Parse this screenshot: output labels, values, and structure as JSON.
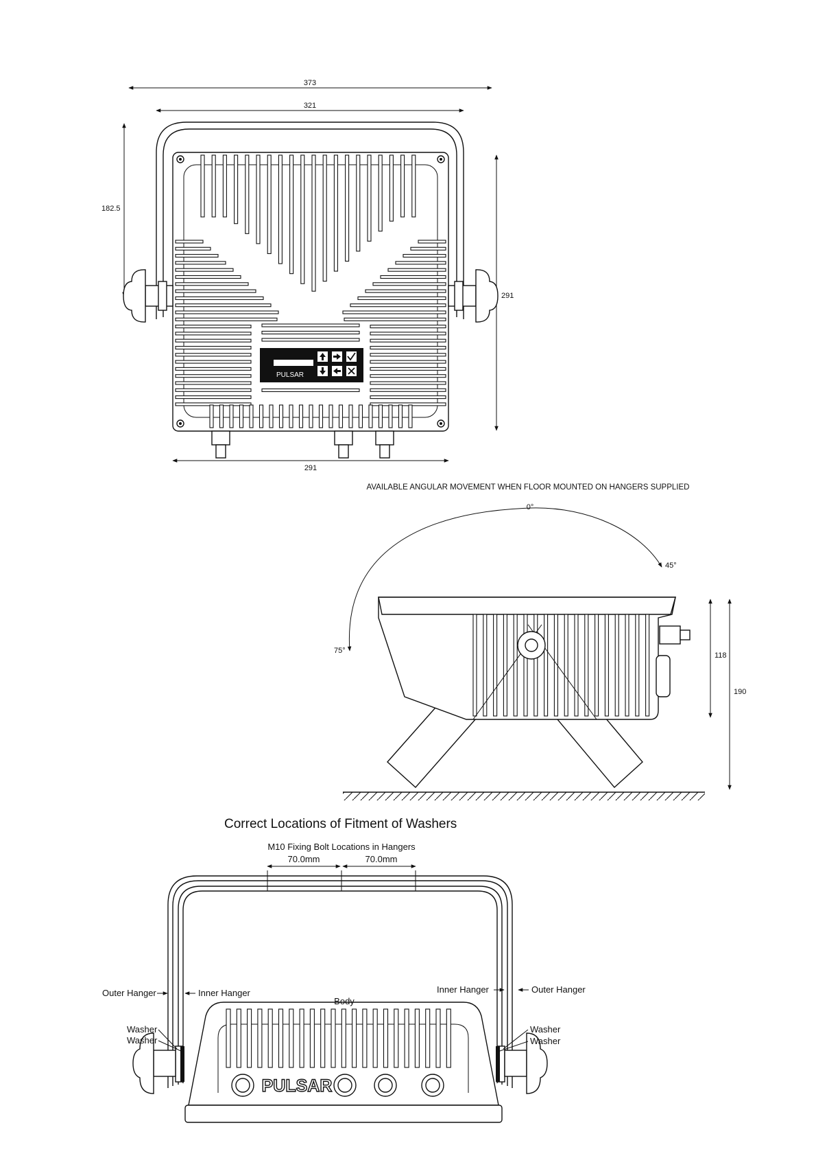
{
  "front_view": {
    "dim_overall_width": "373",
    "dim_hanger_width": "321",
    "dim_pivot_height": "182.5",
    "dim_body_height": "291",
    "dim_body_width": "291",
    "panel_brand": "PULSAR"
  },
  "side_view": {
    "caption": "AVAILABLE ANGULAR MOVEMENT WHEN FLOOR MOUNTED ON HANGERS SUPPLIED",
    "angle_0": "0°",
    "angle_45": "45°",
    "angle_75": "75°",
    "dim_body_depth": "118",
    "dim_total_height": "190"
  },
  "washer_view": {
    "title": "Correct Locations of Fitment of Washers",
    "bolt_caption": "M10 Fixing Bolt Locations in Hangers",
    "bolt_spacing_left": "70.0mm",
    "bolt_spacing_right": "70.0mm",
    "label_outer_hanger_left": "Outer Hanger",
    "label_inner_hanger_left": "Inner Hanger",
    "label_inner_hanger_right": "Inner Hanger",
    "label_outer_hanger_right": "Outer Hanger",
    "label_body": "Body",
    "label_washer_left_1": "Washer",
    "label_washer_left_2": "Washer",
    "label_washer_right_1": "Washer",
    "label_washer_right_2": "Washer",
    "body_brand": "PULSAR"
  }
}
